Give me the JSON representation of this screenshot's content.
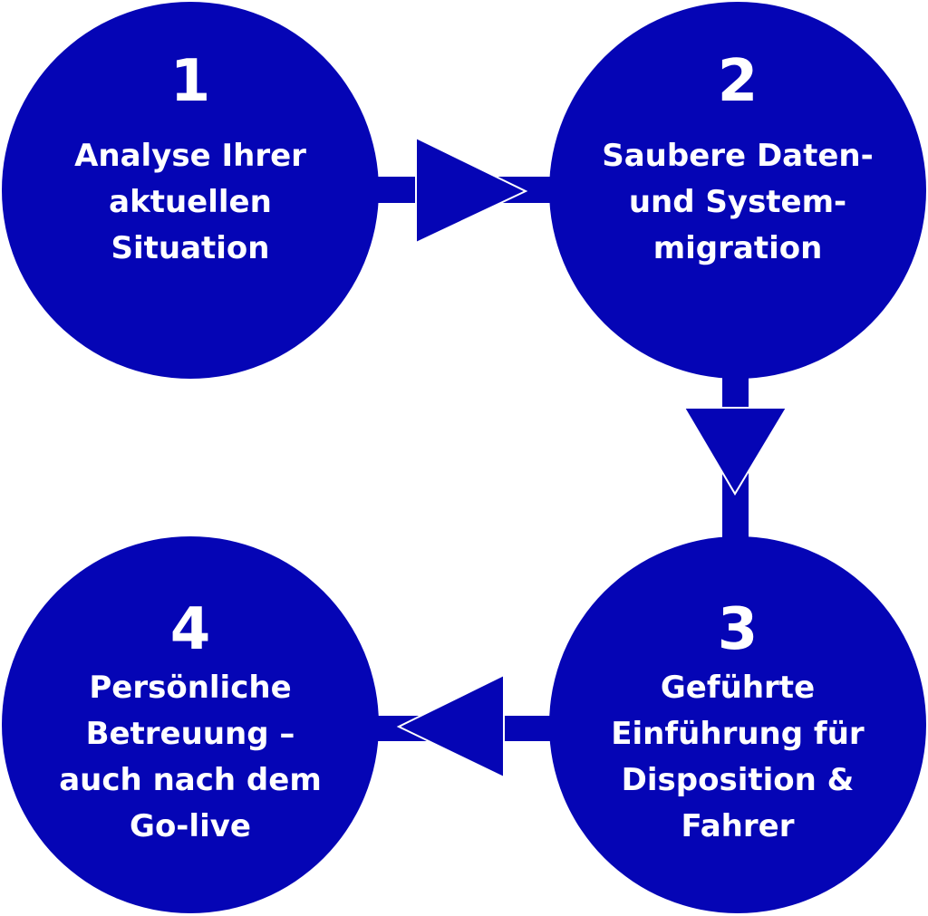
{
  "colors": {
    "primary": "#0505b5",
    "text": "#ffffff"
  },
  "steps": [
    {
      "number": "1",
      "lines": [
        "Analyse Ihrer",
        "aktuellen",
        "Situation"
      ]
    },
    {
      "number": "2",
      "lines": [
        "Saubere Daten-",
        "und System-",
        "migration"
      ]
    },
    {
      "number": "3",
      "lines": [
        "Geführte",
        "Einführung für",
        "Disposition &",
        "Fahrer"
      ]
    },
    {
      "number": "4",
      "lines": [
        "Persönliche",
        "Betreuung –",
        "auch nach dem",
        "Go-live"
      ]
    }
  ]
}
